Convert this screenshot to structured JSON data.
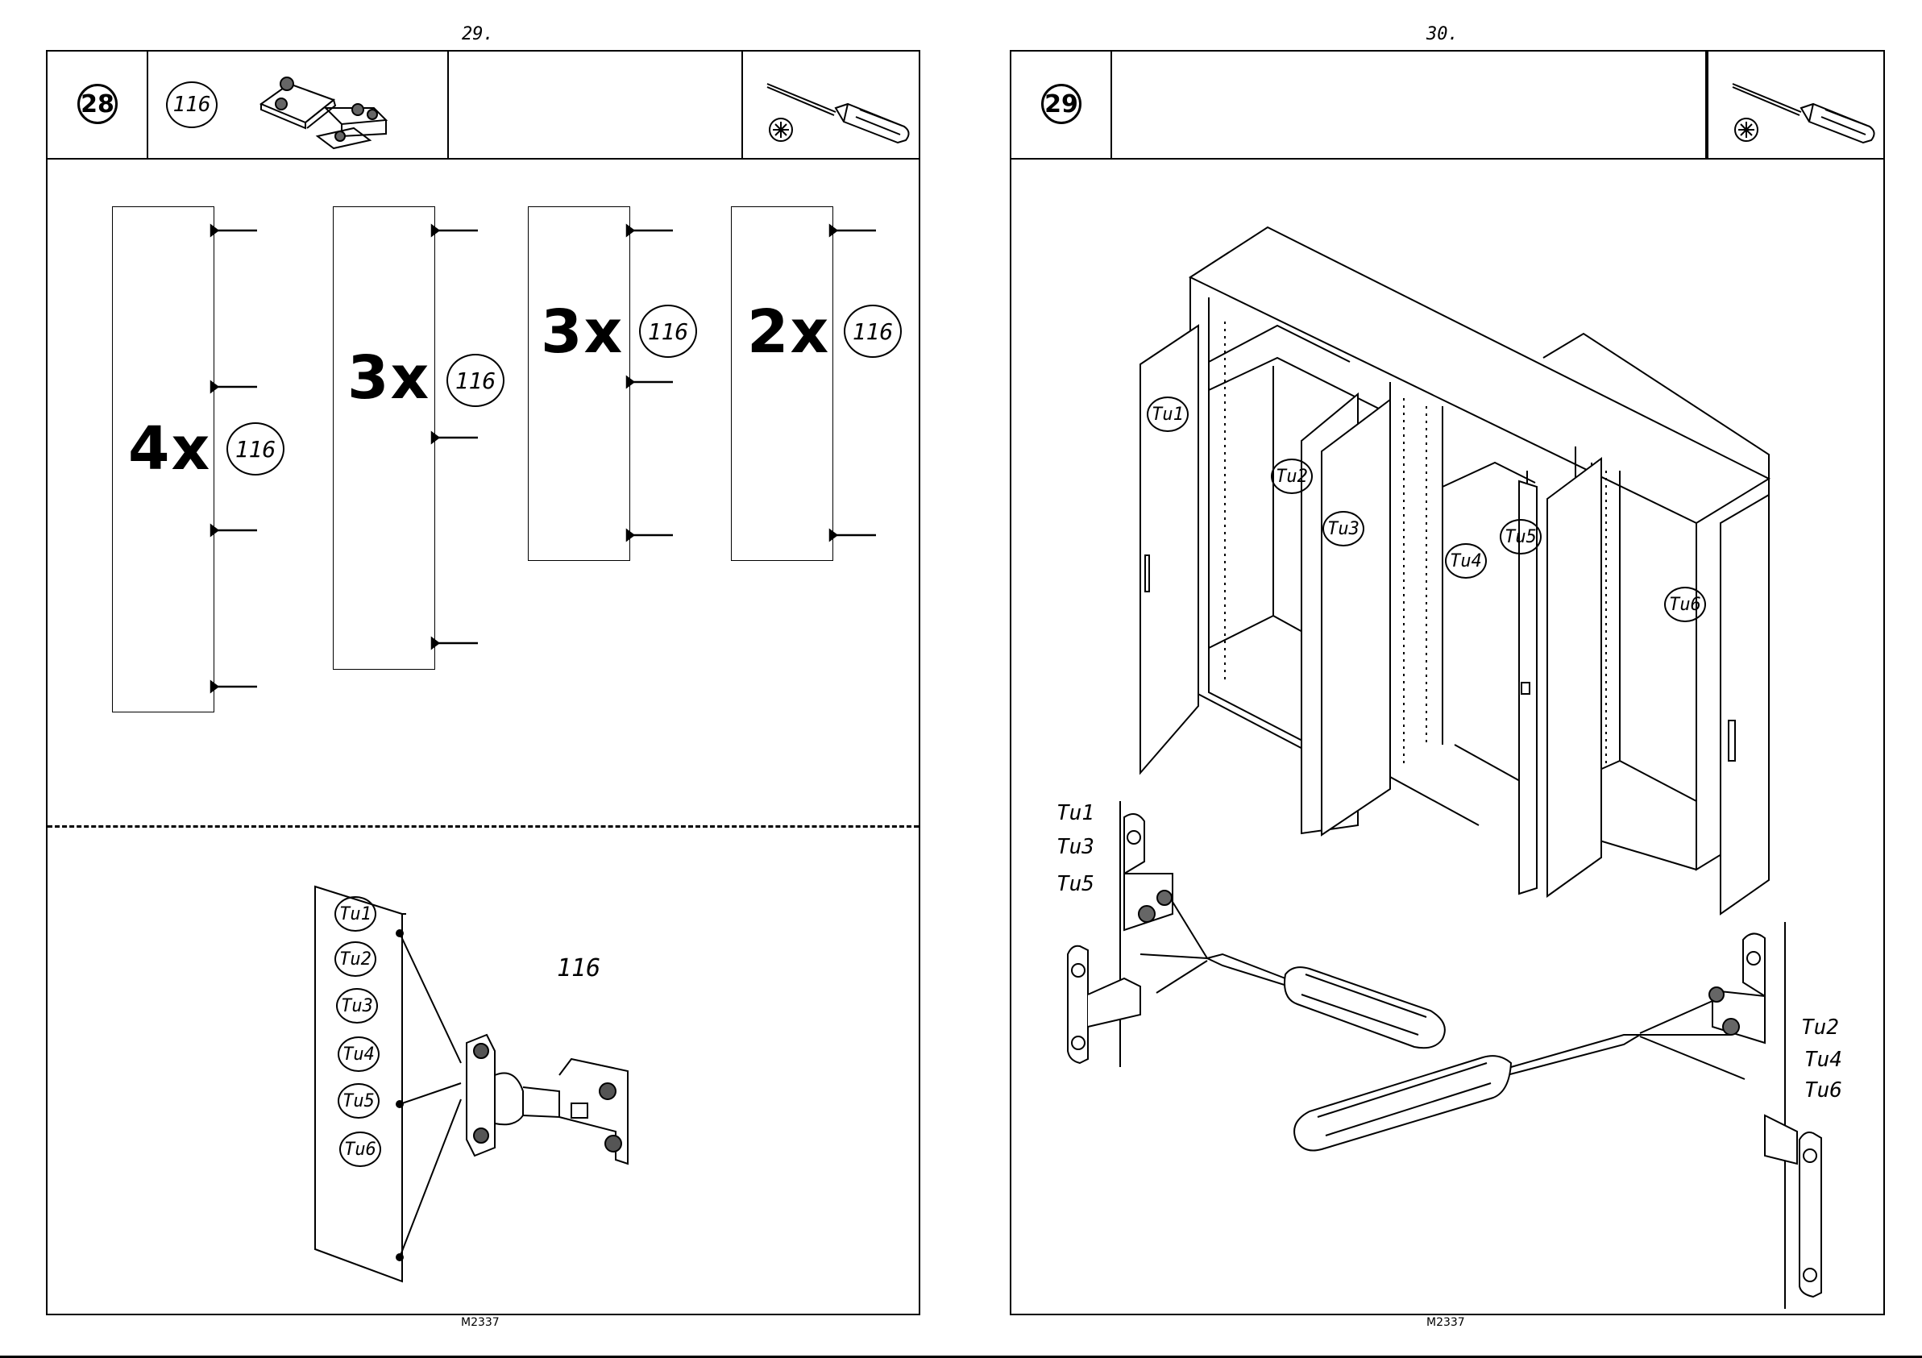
{
  "left_page": {
    "page_number": "29.",
    "step_number": "28",
    "part_ref": "116",
    "footer_code": "M2337",
    "panels": [
      {
        "quantity": "4x",
        "part_ref": "116"
      },
      {
        "quantity": "3x",
        "part_ref": "116"
      },
      {
        "quantity": "3x",
        "part_ref": "116"
      },
      {
        "quantity": "2x",
        "part_ref": "116"
      }
    ],
    "door_labels": [
      "Tu1",
      "Tu2",
      "Tu3",
      "Tu4",
      "Tu5",
      "Tu6"
    ],
    "hinge_label": "116"
  },
  "right_page": {
    "page_number": "30.",
    "step_number": "29",
    "footer_code": "M2337",
    "cabinet_door_labels": [
      "Tu1",
      "Tu2",
      "Tu3",
      "Tu4",
      "Tu5",
      "Tu6"
    ],
    "left_detail_labels": [
      "Tu1",
      "Tu3",
      "Tu5"
    ],
    "right_detail_labels": [
      "Tu2",
      "Tu4",
      "Tu6"
    ]
  },
  "icons": [
    "screwdriver-icon",
    "phillips-head-icon",
    "hinge-icon",
    "wardrobe-illustration"
  ]
}
